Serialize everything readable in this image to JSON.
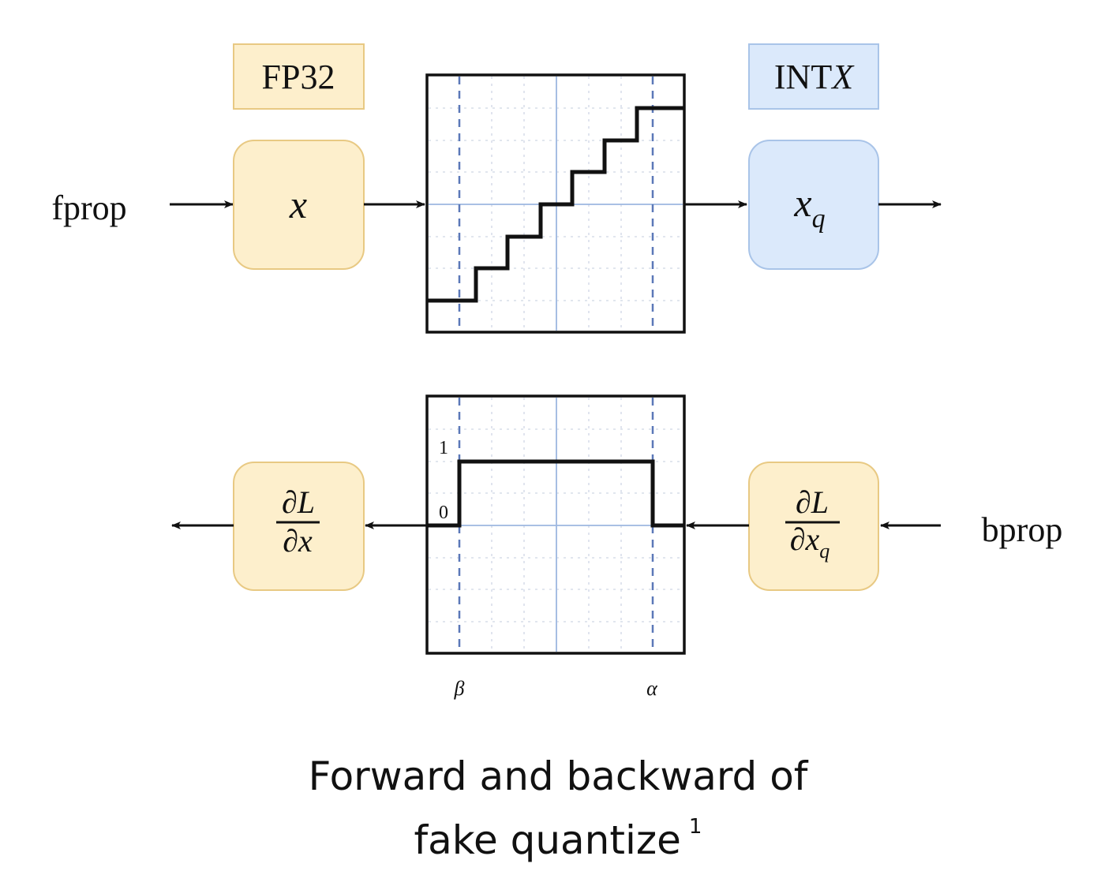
{
  "labels": {
    "fprop": "fprop",
    "bprop": "bprop",
    "fp32": "FP32",
    "intx_prefix": "INT",
    "intx_var": "X",
    "x": "x",
    "xq_base": "x",
    "xq_sub": "q",
    "grad_num": "∂L",
    "grad_den_x": "∂x",
    "grad_den_xq_base": "∂x",
    "grad_den_xq_sub": "q",
    "tick_one": "1",
    "tick_zero": "0",
    "beta": "β",
    "alpha": "α"
  },
  "caption": {
    "line1": "Forward and backward of",
    "line2": "fake quantize",
    "footnote": "1"
  },
  "colors": {
    "fp32_fill": "#fdefcc",
    "fp32_stroke": "#e8c983",
    "int_fill": "#dbe9fb",
    "int_stroke": "#a9c4e8",
    "dashed_line": "#5b78b8",
    "axis_line": "#9db7e0"
  }
}
